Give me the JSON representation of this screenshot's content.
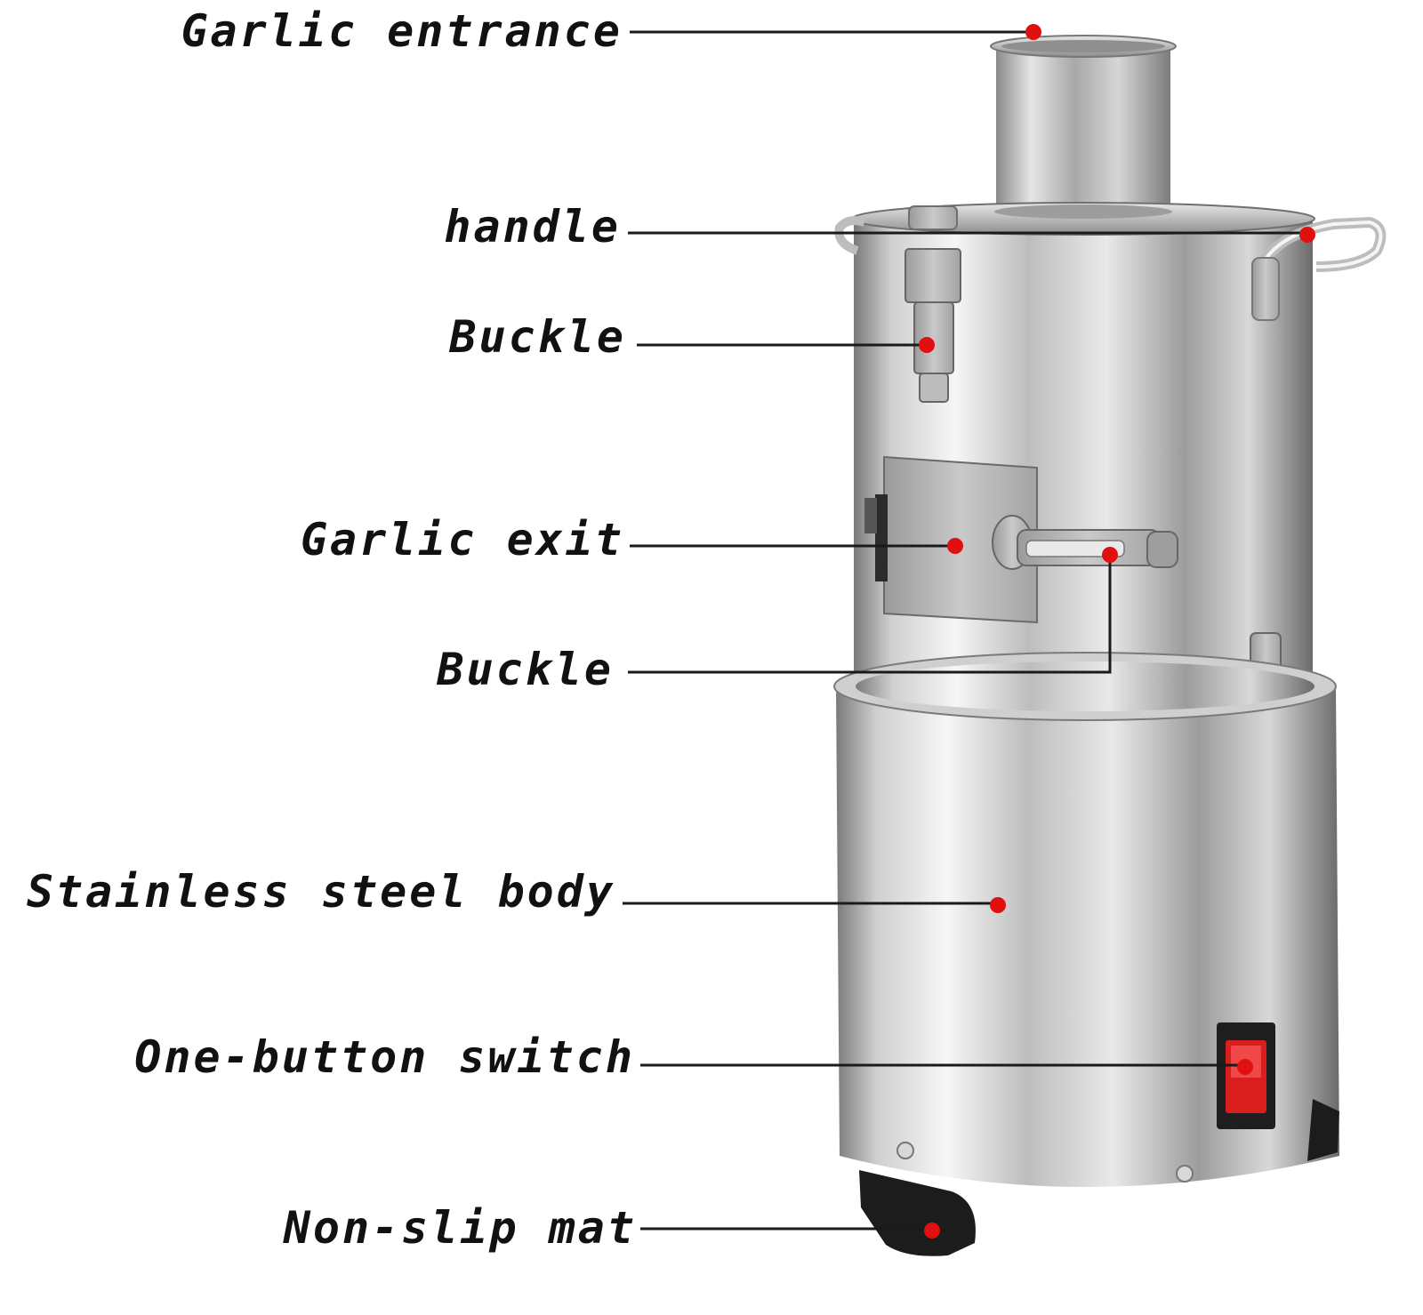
{
  "callouts": [
    {
      "id": "garlic-entrance",
      "label": "Garlic entrance"
    },
    {
      "id": "handle",
      "label": "handle"
    },
    {
      "id": "buckle-upper",
      "label": "Buckle"
    },
    {
      "id": "garlic-exit",
      "label": "Garlic exit"
    },
    {
      "id": "buckle-lower",
      "label": "Buckle"
    },
    {
      "id": "stainless-steel-body",
      "label": "Stainless steel body"
    },
    {
      "id": "one-button-switch",
      "label": "One-button switch"
    },
    {
      "id": "non-slip-mat",
      "label": "Non-slip mat"
    }
  ],
  "colors": {
    "marker": "#e01010",
    "steel_light": "#f4f4f4",
    "steel_mid": "#b9b9b9",
    "steel_dark": "#6e6e6e",
    "switch_red": "#d91e1e",
    "mat_black": "#1c1c1c"
  }
}
